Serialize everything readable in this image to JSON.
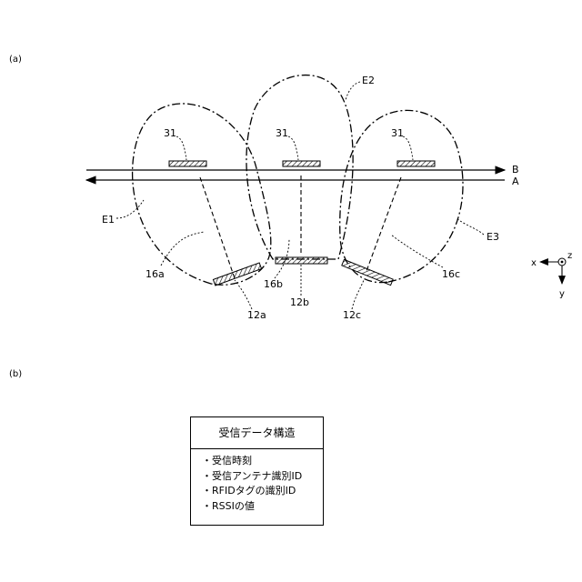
{
  "panels": {
    "a": "(a)",
    "b": "(b)"
  },
  "labels": {
    "tag_a": "31",
    "tag_b": "31",
    "tag_c": "31",
    "route_b": "B",
    "route_a": "A",
    "zone_1": "E1",
    "zone_2": "E2",
    "zone_3": "E3",
    "beam_a": "16a",
    "beam_b": "16b",
    "beam_c": "16c",
    "antenna_a": "12a",
    "antenna_b": "12b",
    "antenna_c": "12c"
  },
  "axes": {
    "x": "x",
    "y": "y",
    "z": "z"
  },
  "structure": {
    "title": "受信データ構造",
    "fields": [
      "・受信時刻",
      "・受信アンテナ識別ID",
      "・RFIDタグの識別ID",
      "・RSSIの値"
    ]
  }
}
